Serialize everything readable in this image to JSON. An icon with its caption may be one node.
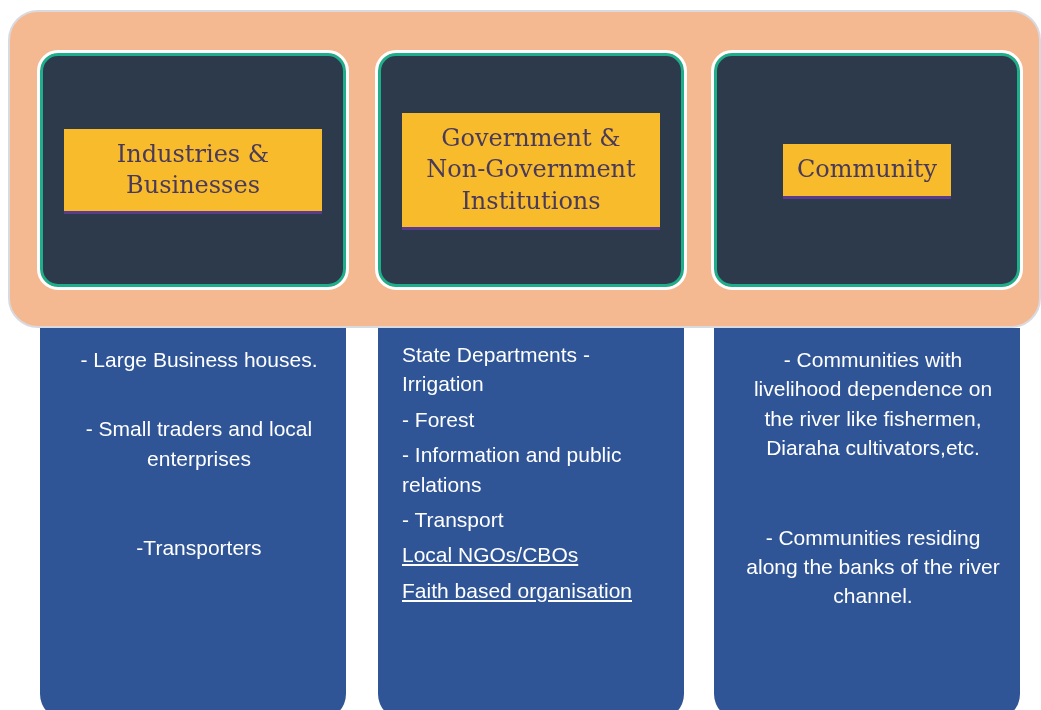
{
  "diagram": {
    "nodes": [
      {
        "text": [],
        "shape": "box"
      },
      {
        "text": [
          "Industries & Businesses"
        ],
        "in": 0
      },
      {
        "text": [
          "Government & Non-Government Institutions"
        ],
        "in": 0
      },
      {
        "text": [
          "Community"
        ],
        "in": 0
      },
      {
        "text": [
          "- Large Business houses.",
          "- Small traders and local enterprises",
          "-Transporters"
        ]
      },
      {
        "text": [
          "State Departments - Irrigation",
          "- Forest",
          "- Information and public relations",
          "- Transport",
          "Local NGOs/CBOs",
          "Faith based organisation"
        ]
      },
      {
        "text": [
          "- Communities with livelihood dependence on the river like fishermen, Diaraha cultivators,etc.",
          "- Communities residing along the banks of the river channel."
        ]
      }
    ]
  }
}
